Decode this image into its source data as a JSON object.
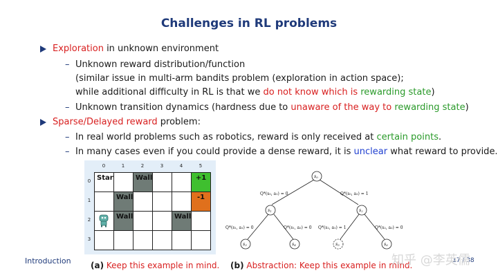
{
  "title": "Challenges in RL problems",
  "bullet1": {
    "label_red": "Exploration",
    "label_rest": " in unknown environment",
    "sub1": "Unknown reward distribution/function",
    "sub1_line2": "(similar issue in multi-arm bandits problem (exploration in action space);",
    "sub1_line3_a": "while additional difficulty in RL is that we ",
    "sub1_line3_red": "do not know which is ",
    "sub1_line3_green": "rewarding state",
    "sub1_line3_end": ")",
    "sub2_a": "Unknown transition dynamics (hardness due to ",
    "sub2_red": "unaware of the way to ",
    "sub2_green": "rewarding state",
    "sub2_end": ")"
  },
  "bullet2": {
    "label_red": "Sparse/Delayed reward",
    "label_rest": " problem:",
    "sub1_a": "In real world problems such as robotics, reward is only received at ",
    "sub1_green": "certain points",
    "sub1_end": ".",
    "sub2_a": "In many cases even if you could provide a dense reward, it is ",
    "sub2_blue": "unclear",
    "sub2_end": " what reward to provide."
  },
  "grid": {
    "col_labels": [
      "0",
      "1",
      "2",
      "3",
      "4",
      "5"
    ],
    "row_labels": [
      "0",
      "1",
      "2",
      "3"
    ],
    "cells": [
      {
        "r": 0,
        "c": 0,
        "text": "Start",
        "bg": "#ffffff",
        "fg": "#111111"
      },
      {
        "r": 0,
        "c": 2,
        "text": "Wall",
        "bg": "#6f7b76",
        "fg": "#111111"
      },
      {
        "r": 0,
        "c": 5,
        "text": "+1",
        "bg": "#3fbf2f",
        "fg": "#111111"
      },
      {
        "r": 1,
        "c": 1,
        "text": "Wall",
        "bg": "#6f7b76",
        "fg": "#111111"
      },
      {
        "r": 1,
        "c": 5,
        "text": "-1",
        "bg": "#e0701c",
        "fg": "#111111"
      },
      {
        "r": 2,
        "c": 1,
        "text": "Wall",
        "bg": "#6f7b76",
        "fg": "#111111"
      },
      {
        "r": 2,
        "c": 4,
        "text": "Wall",
        "bg": "#6f7b76",
        "fg": "#111111"
      }
    ],
    "robot_cell": {
      "r": 2,
      "c": 0
    }
  },
  "tree": {
    "root": "s",
    "root_sub": "0",
    "left": "s",
    "left_sub": "1",
    "right": "s",
    "right_sub": "2",
    "leaves": [
      {
        "t": "s",
        "sub": "3"
      },
      {
        "t": "s",
        "sub": "4"
      },
      {
        "t": "s",
        "sub": "5"
      },
      {
        "t": "s",
        "sub": "6"
      }
    ],
    "edge_labels": [
      "Q*(s₀, a₁) = 0",
      "Q*(s₀, a₂) = 1",
      "Q*(s₁, a₁) = 0",
      "Q*(s₁, a₂) = 0",
      "Q*(s₂, a₁) = 1",
      "Q*(s₂, a₂) = 0"
    ]
  },
  "caption_a": {
    "tag": "(a)",
    "text": "Keep this example in mind."
  },
  "caption_b": {
    "tag": "(b)",
    "text": "Abstraction: Keep this example in mind."
  },
  "footer": "Introduction",
  "page_number": "17 / 38",
  "watermark": "知乎 @李英儒",
  "colors": {
    "navy": "#1f3a7a",
    "red": "#d81f1f",
    "green": "#2a9a2a",
    "blue": "#1f3fd0"
  }
}
